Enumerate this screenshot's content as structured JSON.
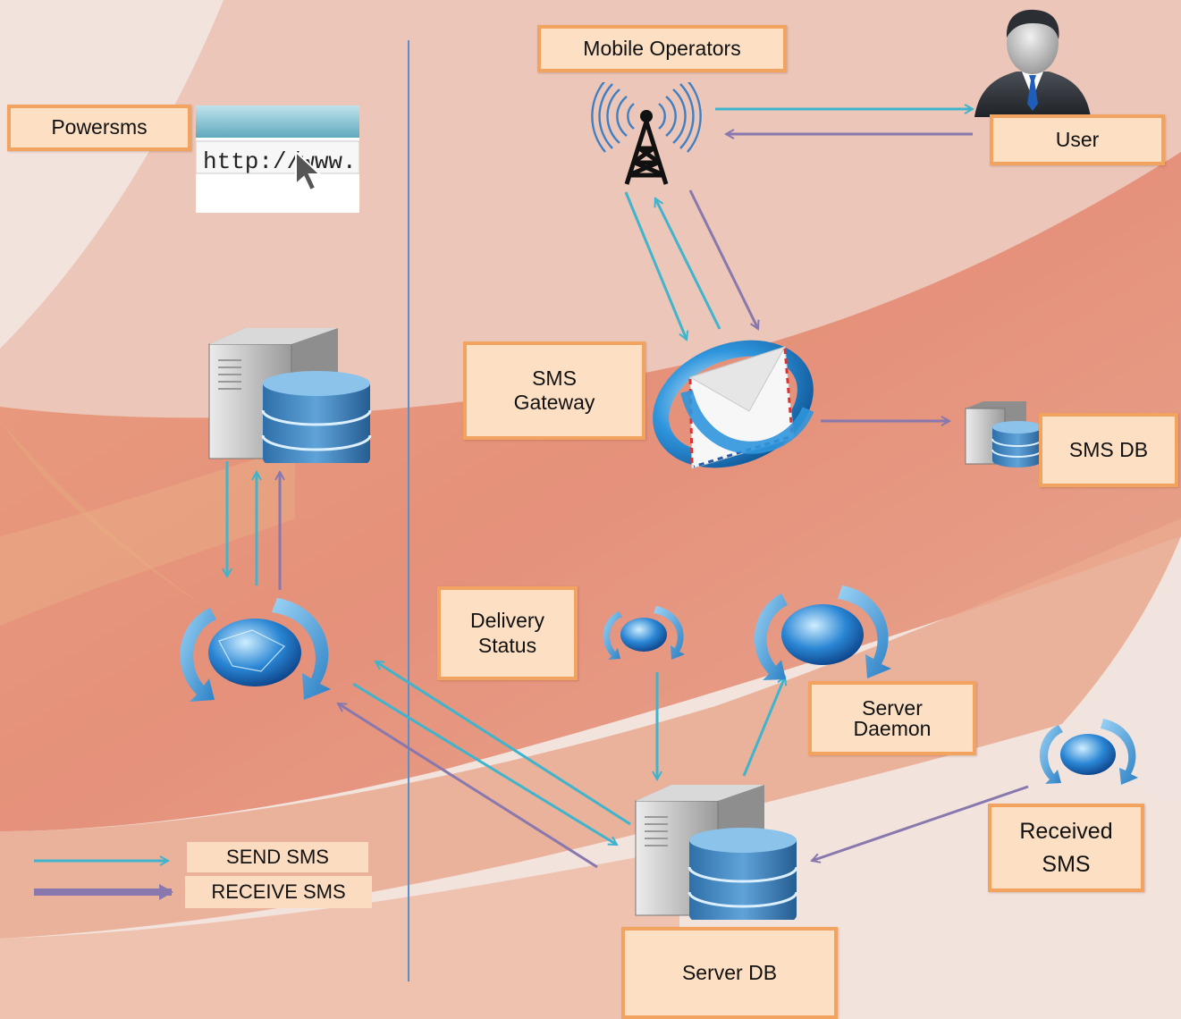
{
  "labels": {
    "mobile_operators": "Mobile Operators",
    "powersms": "Powersms",
    "user": "User",
    "sms_gateway_1": "SMS",
    "sms_gateway_2": "Gateway",
    "sms_db": "SMS DB",
    "delivery_status_1": "Delivery",
    "delivery_status_2": "Status",
    "server_daemon_1": "Server",
    "server_daemon_2": "Daemon",
    "received_sms_1": "Received",
    "received_sms_2": "SMS",
    "server_db": "Server DB"
  },
  "browser_url": "http://www.",
  "legend": {
    "send": "SEND SMS",
    "receive": "RECEIVE SMS"
  },
  "colors": {
    "send_arrow": "#3fb4cc",
    "receive_arrow": "#8878ad",
    "divider": "#5b8ec6",
    "label_fill": "#fde0c4",
    "label_border": "#f2a35f"
  },
  "icons": {
    "tower": "cell-tower-icon",
    "user": "businessman-avatar-icon",
    "browser": "browser-url-icon",
    "server": "server-database-icon",
    "globe": "refresh-globe-icon",
    "gateway": "email-ring-icon"
  }
}
